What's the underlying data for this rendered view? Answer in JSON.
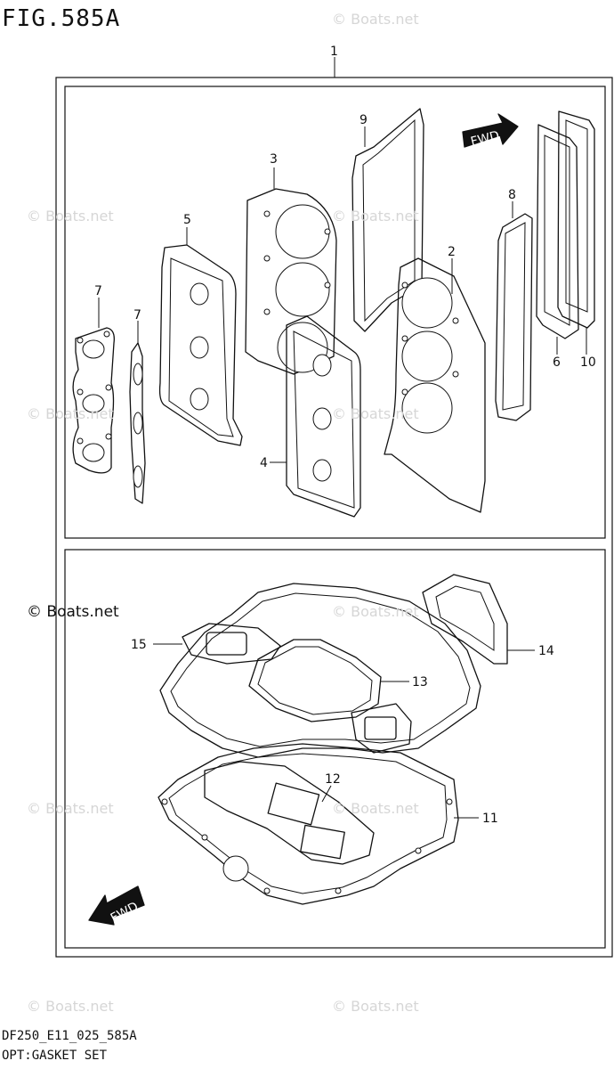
{
  "figure": {
    "title": "FIG.585A"
  },
  "footer": {
    "code": "DF250_E11_025_585A",
    "name": "OPT:GASKET SET"
  },
  "watermark": {
    "text": "© Boats.net"
  },
  "fwd_label": "FWD",
  "callouts": [
    "1",
    "2",
    "3",
    "4",
    "5",
    "6",
    "7",
    "7",
    "8",
    "9",
    "10",
    "11",
    "12",
    "13",
    "14",
    "15"
  ]
}
